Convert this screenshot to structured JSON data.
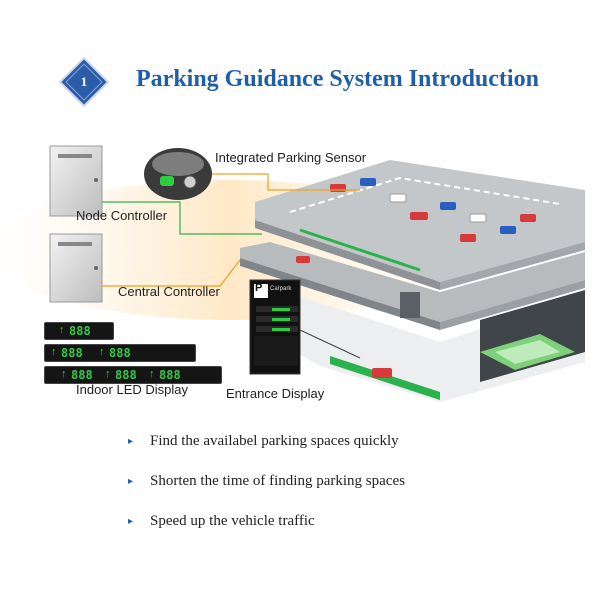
{
  "header": {
    "badge_number": "1",
    "title": "Parking Guidance System Introduction"
  },
  "diagram": {
    "labels": {
      "node_controller": "Node Controller",
      "integrated_sensor": "Integrated Parking Sensor",
      "central_controller": "Central Controller",
      "indoor_led": "Indoor LED Display",
      "entrance_display": "Entrance Display"
    },
    "entrance_sign": {
      "letter": "P",
      "brand": "Carpark"
    },
    "led_digits": "888",
    "colors": {
      "title": "#1f5fa8",
      "led_green": "#2ecc40",
      "connector_orange": "#f0a020",
      "connector_green": "#2bb24c"
    }
  },
  "bullets": [
    "Find the availabel parking spaces quickly",
    "Shorten the time of finding parking spaces",
    "Speed up the vehicle traffic"
  ]
}
